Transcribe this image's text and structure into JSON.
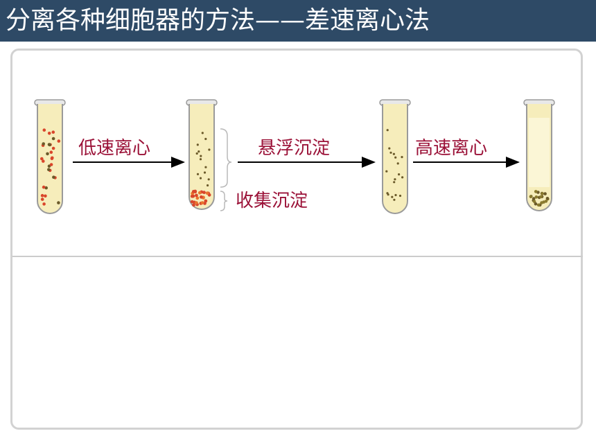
{
  "title": "分离各种细胞器的方法——差速离心法",
  "steps": {
    "low_speed": "低速离心",
    "suspend": "悬浮沉淀",
    "high_speed": "高速离心",
    "collect": "收集沉淀"
  },
  "colors": {
    "title_bg": "#2e4a66",
    "label": "#9b1238",
    "liquid": "#f6edbb",
    "red_particle": "#d9462b",
    "dark_particle": "#6b5a2a"
  },
  "icons": [
    "test-tube-icon",
    "arrow-right-icon",
    "brace-icon"
  ]
}
